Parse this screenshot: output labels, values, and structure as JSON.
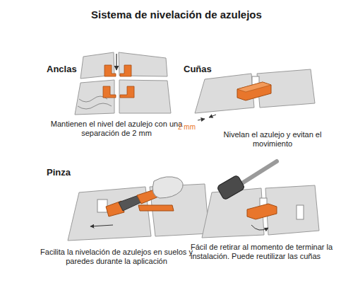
{
  "diagram": {
    "title": "Sistema de nivelación de azulejos",
    "labels": [
      "Anclas",
      "Mantienen el nivel del azulejo con una separación de 2 mm",
      "Cuñas",
      "2 mm",
      "Nivelan el azulejo y evitan el movimiento",
      "Pinza",
      "Facilita la nivelación de azulejos en suelos y paredes durante la aplicación",
      "Fácil de retirar al momento de terminar la instalación. Puede reutilizar las cuñas"
    ]
  }
}
